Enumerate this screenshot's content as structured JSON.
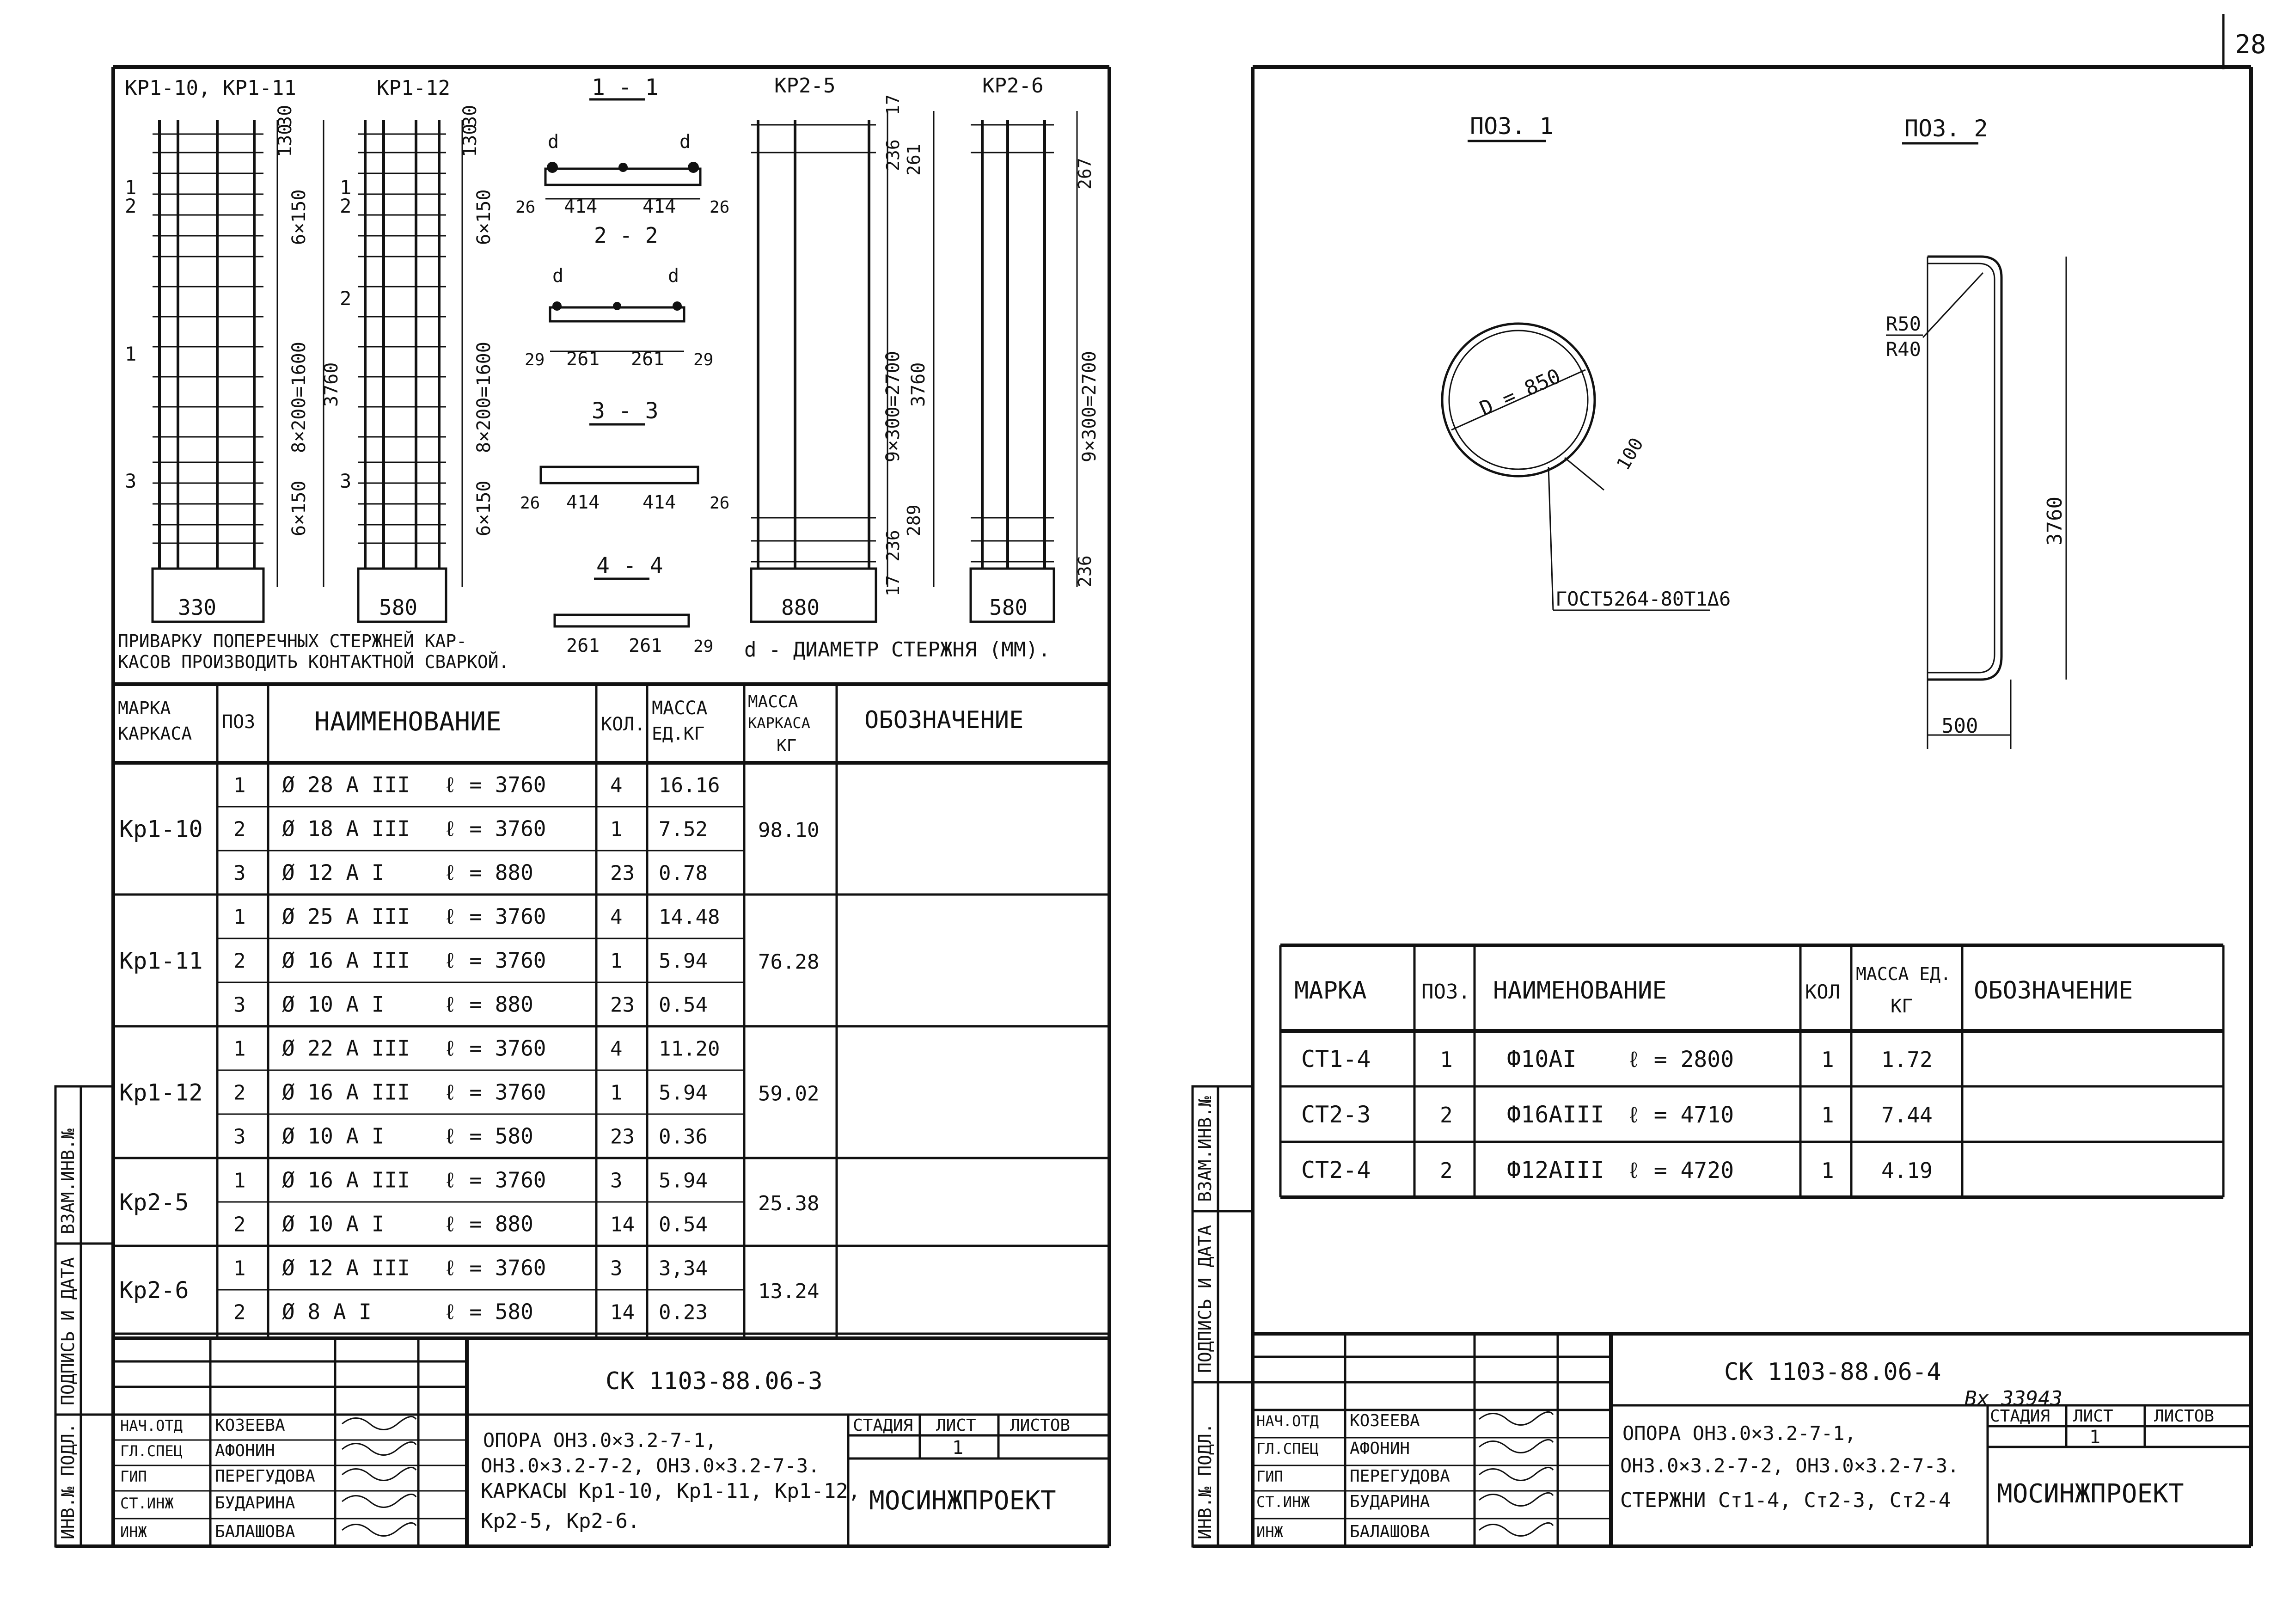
{
  "page_number": "28",
  "left": {
    "labels": {
      "kr1_10_11": "КР1-10, КР1-11",
      "kr1_12": "КР1-12",
      "kr2_5": "КР2-5",
      "kr2_6": "КР2-6",
      "s11": "1 - 1",
      "s22": "2 - 2",
      "s33": "3 - 3",
      "s44": "4 - 4",
      "d": "d"
    },
    "dims": {
      "w330": "330",
      "w580a": "580",
      "w880": "880",
      "w580b": "580",
      "h3760a": "3760",
      "h3760b": "3760",
      "v30": "30",
      "v130": "130",
      "v6x150": "6×150",
      "v8x200": "8×200=1600",
      "v236": "236",
      "v261": "261",
      "v9x300": "9×300=2700",
      "v289": "289",
      "v17": "17",
      "v267": "267",
      "v236b": "236",
      "v9x300b": "9×300=2700",
      "s414a": "414",
      "s414b": "414",
      "s26a": "26",
      "s26b": "26",
      "s261a": "261",
      "s261b": "261",
      "s29a": "29",
      "s29b": "29",
      "s414c": "414",
      "s414d": "414",
      "s26c": "26",
      "s26d": "26",
      "s261c": "261",
      "s261d": "261",
      "s29c": "29"
    },
    "note1": "ПРИВАРКУ ПОПЕРЕЧНЫХ СТЕРЖНЕЙ КАР-",
    "note2": "КАСОВ ПРОИЗВОДИТЬ КОНТАКТНОЙ СВАРКОЙ.",
    "note_d": "d - ДИАМЕТР СТЕРЖНЯ (ММ).",
    "table": {
      "headers": [
        "МАРКА КАРКАСА",
        "ПОЗ",
        "НАИМЕНОВАНИЕ",
        "КОЛ.",
        "МАССА ЕД.КГ",
        "МАССА КАРКАСА КГ",
        "ОБОЗНАЧЕНИЕ"
      ],
      "groups": [
        {
          "mark": "Кр1-10",
          "total": "98.10",
          "rows": [
            {
              "pos": "1",
              "name": "Ø 28 А III",
              "len": "ℓ = 3760",
              "qty": "4",
              "mass": "16.16"
            },
            {
              "pos": "2",
              "name": "Ø 18 А III",
              "len": "ℓ = 3760",
              "qty": "1",
              "mass": "7.52"
            },
            {
              "pos": "3",
              "name": "Ø 12 А I",
              "len": "ℓ = 880",
              "qty": "23",
              "mass": "0.78"
            }
          ]
        },
        {
          "mark": "Кр1-11",
          "total": "76.28",
          "rows": [
            {
              "pos": "1",
              "name": "Ø 25 А III",
              "len": "ℓ = 3760",
              "qty": "4",
              "mass": "14.48"
            },
            {
              "pos": "2",
              "name": "Ø 16 А III",
              "len": "ℓ = 3760",
              "qty": "1",
              "mass": "5.94"
            },
            {
              "pos": "3",
              "name": "Ø 10 А I",
              "len": "ℓ = 880",
              "qty": "23",
              "mass": "0.54"
            }
          ]
        },
        {
          "mark": "Кр1-12",
          "total": "59.02",
          "rows": [
            {
              "pos": "1",
              "name": "Ø 22 А III",
              "len": "ℓ = 3760",
              "qty": "4",
              "mass": "11.20"
            },
            {
              "pos": "2",
              "name": "Ø 16 А III",
              "len": "ℓ = 3760",
              "qty": "1",
              "mass": "5.94"
            },
            {
              "pos": "3",
              "name": "Ø 10 А I",
              "len": "ℓ = 580",
              "qty": "23",
              "mass": "0.36"
            }
          ]
        },
        {
          "mark": "Кр2-5",
          "total": "25.38",
          "rows": [
            {
              "pos": "1",
              "name": "Ø 16 А III",
              "len": "ℓ = 3760",
              "qty": "3",
              "mass": "5.94"
            },
            {
              "pos": "2",
              "name": "Ø 10 А I",
              "len": "ℓ = 880",
              "qty": "14",
              "mass": "0.54"
            }
          ]
        },
        {
          "mark": "Кр2-6",
          "total": "13.24",
          "rows": [
            {
              "pos": "1",
              "name": "Ø 12 А III",
              "len": "ℓ = 3760",
              "qty": "3",
              "mass": "3,34"
            },
            {
              "pos": "2",
              "name": "Ø 8 А I",
              "len": "ℓ = 580",
              "qty": "14",
              "mass": "0.23"
            }
          ]
        }
      ]
    },
    "title_block": {
      "code": "СК 1103-88.06-3",
      "staff": [
        {
          "role": "НАЧ.ОТД",
          "name": "КОЗЕЕВА"
        },
        {
          "role": "ГЛ.СПЕЦ",
          "name": "АФОНИН"
        },
        {
          "role": "ГИП",
          "name": "ПЕРЕГУДОВА"
        },
        {
          "role": "СТ.ИНЖ",
          "name": "БУДАРИНА"
        },
        {
          "role": "ИНЖ",
          "name": "БАЛАШОВА"
        }
      ],
      "desc1": "ОПОРА   ОН3.0×3.2-7-1,",
      "desc2": "ОН3.0×3.2-7-2,  ОН3.0×3.2-7-3.",
      "desc3": "КАРКАСЫ  Кр1-10, Кр1-11, Кр1-12,",
      "desc4": "Кр2-5,  Кр2-6.",
      "stage_label": "СТАДИЯ",
      "sheet_label": "ЛИСТ",
      "sheets_label": "ЛИСТОВ",
      "sheet_value": "1",
      "org": "МОСИНЖПРОЕКТ"
    },
    "side": {
      "inv_orig": "ИНВ.№ ПОДЛ.",
      "sign_date": "ПОДПИСЬ И ДАТА",
      "vzam": "ВЗАМ.ИНВ.№"
    }
  },
  "right": {
    "poz1": "ПОЗ. 1",
    "poz2": "ПОЗ. 2",
    "d850": "D = 850",
    "d100": "100",
    "gost": "ГОСТ5264-80Т1Δ6",
    "r50": "R50",
    "r40": "R40",
    "h3760": "3760",
    "w500": "500",
    "table": {
      "headers": [
        "МАРКА",
        "ПОЗ.",
        "НАИМЕНОВАНИЕ",
        "КОЛ",
        "МАССА ЕД. КГ",
        "ОБОЗНАЧЕНИЕ"
      ],
      "rows": [
        {
          "mark": "СТ1-4",
          "pos": "1",
          "name": "Ф10АI",
          "len": "ℓ = 2800",
          "qty": "1",
          "mass": "1.72"
        },
        {
          "mark": "СТ2-3",
          "pos": "2",
          "name": "Ф16АIII",
          "len": "ℓ = 4710",
          "qty": "1",
          "mass": "7.44"
        },
        {
          "mark": "СТ2-4",
          "pos": "2",
          "name": "Ф12АIII",
          "len": "ℓ = 4720",
          "qty": "1",
          "mass": "4.19"
        }
      ]
    },
    "title_block": {
      "code": "СК 1103-88.06-4",
      "stamp": "Вх 33943",
      "staff": [
        {
          "role": "НАЧ.ОТД",
          "name": "КОЗЕЕВА"
        },
        {
          "role": "ГЛ.СПЕЦ",
          "name": "АФОНИН"
        },
        {
          "role": "ГИП",
          "name": "ПЕРЕГУДОВА"
        },
        {
          "role": "СТ.ИНЖ",
          "name": "БУДАРИНА"
        },
        {
          "role": "ИНЖ",
          "name": "БАЛАШОВА"
        }
      ],
      "desc1": "ОПОРА   ОН3.0×3.2-7-1,",
      "desc2": "ОН3.0×3.2-7-2,  ОН3.0×3.2-7-3.",
      "desc3": "СТЕРЖНИ  Ст1-4, Ст2-3, Ст2-4",
      "stage_label": "СТАДИЯ",
      "sheet_label": "ЛИСТ",
      "sheets_label": "ЛИСТОВ",
      "sheet_value": "1",
      "org": "МОСИНЖПРОЕКТ"
    },
    "side": {
      "inv_orig": "ИНВ.№ ПОДЛ.",
      "sign_date": "ПОДПИСЬ И ДАТА",
      "vzam": "ВЗАМ.ИНВ.№"
    }
  }
}
